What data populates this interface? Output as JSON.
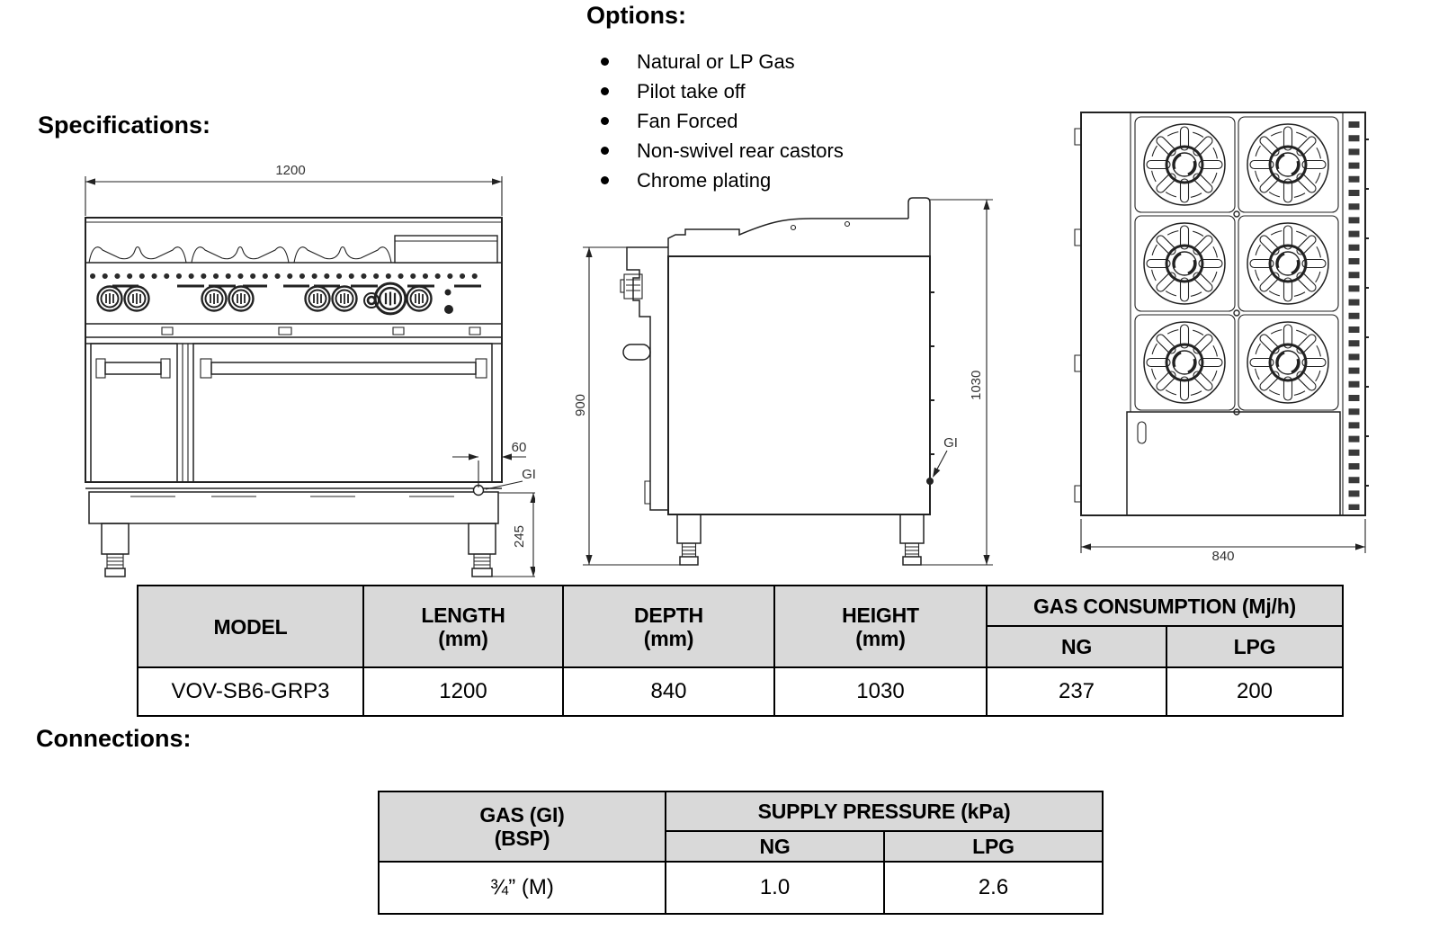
{
  "headings": {
    "specifications": "Specifications:",
    "options": "Options:",
    "connections": "Connections:"
  },
  "options_list": [
    "Natural or LP Gas",
    "Pilot take off",
    "Fan Forced",
    "Non-swivel rear castors",
    "Chrome plating"
  ],
  "front_view": {
    "width_dim": "1200",
    "offset_dim": "60",
    "gas_inlet_label": "GI",
    "base_height_dim": "245"
  },
  "side_view": {
    "body_height_dim": "900",
    "overall_height_dim": "1030",
    "gas_inlet_label": "GI"
  },
  "top_view": {
    "depth_dim": "840"
  },
  "spec_table": {
    "headers": {
      "model": "MODEL",
      "length": "LENGTH",
      "length_unit": "(mm)",
      "depth": "DEPTH",
      "depth_unit": "(mm)",
      "height": "HEIGHT",
      "height_unit": "(mm)",
      "gas_group": "GAS CONSUMPTION (Mj/h)",
      "ng": "NG",
      "lpg": "LPG"
    },
    "row": {
      "model": "VOV-SB6-GRP3",
      "length": "1200",
      "depth": "840",
      "height": "1030",
      "ng": "237",
      "lpg": "200"
    }
  },
  "connections_table": {
    "headers": {
      "gas_line1": "GAS (GI)",
      "gas_line2": "(BSP)",
      "pressure_group": "SUPPLY PRESSURE (kPa)",
      "ng": "NG",
      "lpg": "LPG"
    },
    "row": {
      "size": "¾” (M)",
      "ng": "1.0",
      "lpg": "2.6"
    }
  },
  "colors": {
    "table_header_fill": "#d9d9d9",
    "drawing_line": "#222222",
    "text": "#000000"
  }
}
